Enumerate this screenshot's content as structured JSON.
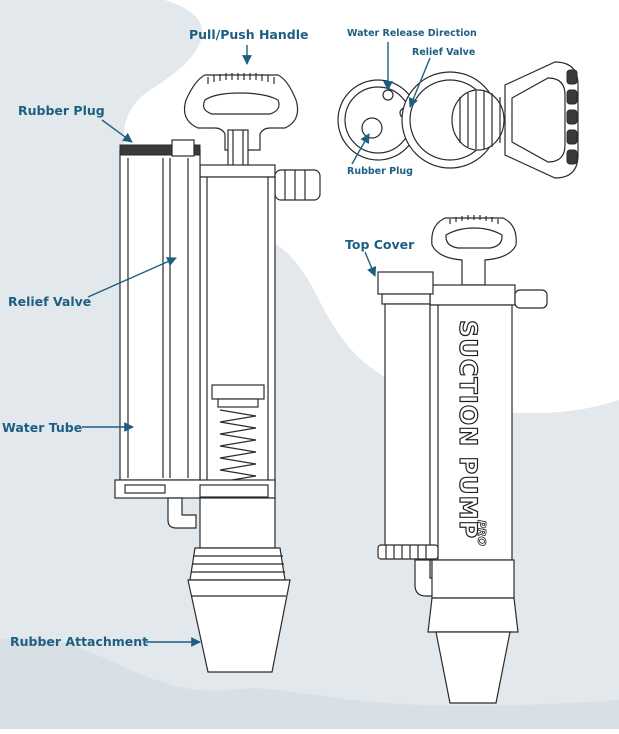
{
  "diagram": {
    "labels": {
      "pull_push_handle": "Pull/Push Handle",
      "rubber_plug_left": "Rubber Plug",
      "relief_valve_left": "Relief Valve",
      "water_tube": "Water Tube",
      "rubber_attachment": "Rubber Attachment",
      "water_release_direction": "Water Release Direction",
      "relief_valve_top": "Relief Valve",
      "rubber_plug_top": "Rubber Plug",
      "top_cover": "Top Cover"
    },
    "branding": {
      "product_name": "SUCTION PUMP",
      "product_badge": "PRO"
    },
    "colors": {
      "label_text": "#1d5f82",
      "background_shape": "#e3e8ec",
      "outline": "#2b2b2b"
    }
  }
}
